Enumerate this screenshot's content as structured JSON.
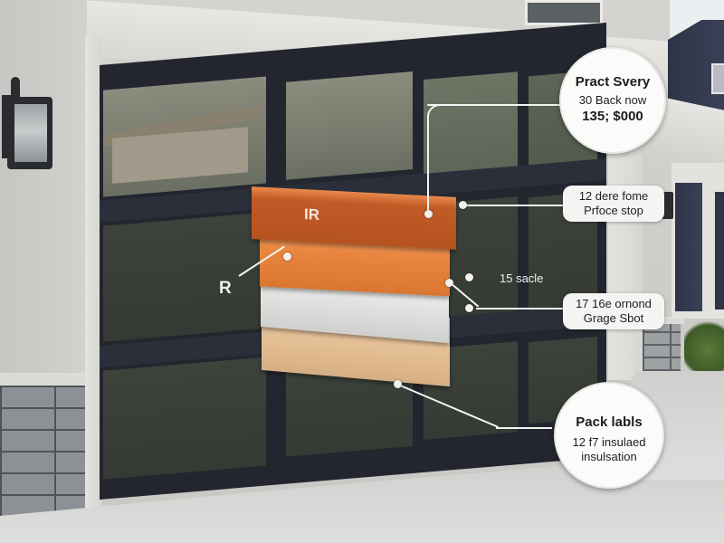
{
  "scene": {
    "description": "Modern garage door with layered insulation infographic",
    "colors": {
      "door_frame": "#23262f",
      "glass_dark": "#383d37",
      "insulation_ir": "#b9561f",
      "insulation_orange": "#e9853f",
      "insulation_white": "#e2e2e0",
      "insulation_tan": "#e3bd92",
      "callout_bg": "#fbfbfa"
    }
  },
  "insulation_layers": [
    {
      "label": "IR",
      "color": "#b9561f"
    },
    {
      "label": "",
      "color": "#e9853f"
    },
    {
      "label": "",
      "color": "#e2e2e0"
    },
    {
      "label": "",
      "color": "#e3bd92"
    }
  ],
  "callouts": {
    "top_circle": {
      "title": "Pract Svery",
      "line1": "30 Back now",
      "line2": "135; $000"
    },
    "upper_pill": {
      "line1": "12 dere fome",
      "line2": "Prfoce stop"
    },
    "middle_label": {
      "text": "15 sacle"
    },
    "lower_pill": {
      "line1": "17 16e ornond",
      "line2": "Grage Sbot"
    },
    "bottom_circle": {
      "title": "Pack labls",
      "line1": "12 f7 insulaed",
      "line2": "insulsation"
    },
    "left_label": {
      "text": "R"
    }
  }
}
